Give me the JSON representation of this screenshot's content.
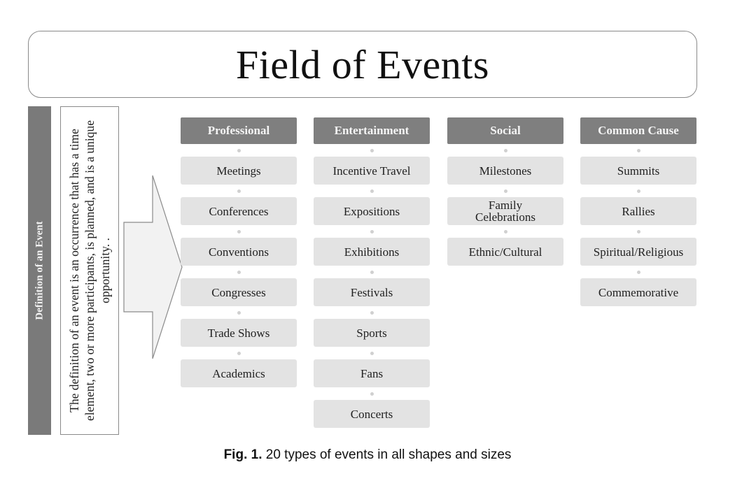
{
  "title": "Field of Events",
  "definition": {
    "label": "Definition of an Event",
    "text": "The definition of an event is an occurrence that has a time element, two or more participants, is planned, and is a unique opportunity. ."
  },
  "columns": [
    {
      "header": "Professional",
      "items": [
        "Meetings",
        "Conferences",
        "Conventions",
        "Congresses",
        "Trade Shows",
        "Academics"
      ]
    },
    {
      "header": "Entertainment",
      "items": [
        "Incentive Travel",
        "Expositions",
        "Exhibitions",
        "Festivals",
        "Sports",
        "Fans",
        "Concerts"
      ]
    },
    {
      "header": "Social",
      "items": [
        "Milestones",
        "Family Celebrations",
        "Ethnic/Cultural"
      ]
    },
    {
      "header": "Common Cause",
      "items": [
        "Summits",
        "Rallies",
        "Spiritual/Religious",
        "Commemorative"
      ]
    }
  ],
  "caption": {
    "label": "Fig. 1.",
    "text": " 20 types of events in all shapes and sizes"
  },
  "colors": {
    "header_fill": "#7f7f7f",
    "item_fill": "#e3e3e3",
    "definition_bar": "#7a7a7a"
  }
}
